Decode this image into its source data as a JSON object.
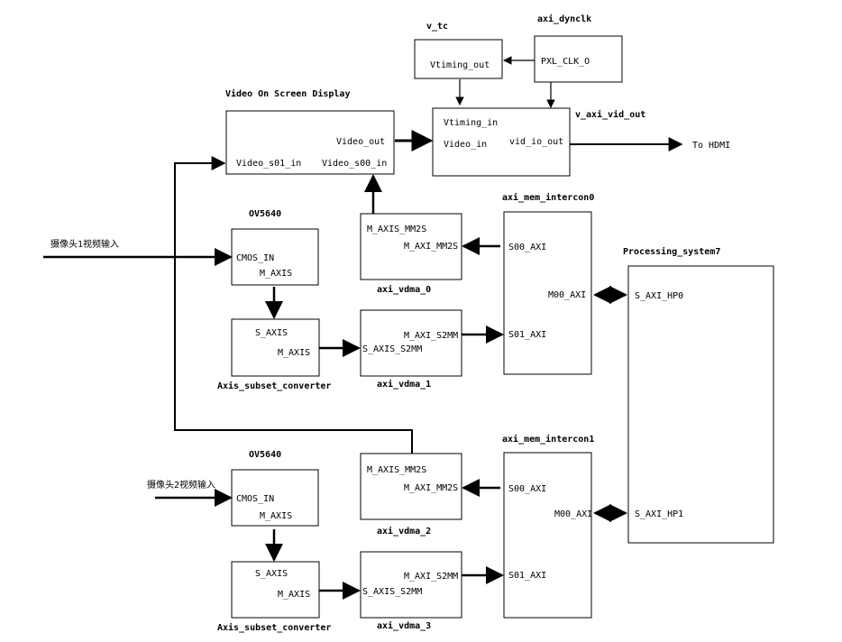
{
  "blocks": {
    "v_tc": {
      "title": "v_tc",
      "ports": {
        "vtiming_out": "Vtiming_out"
      }
    },
    "axi_dynclk": {
      "title": "axi_dynclk",
      "ports": {
        "pxl_clk": "PXL_CLK_O"
      }
    },
    "osd": {
      "title": "Video On Screen Display",
      "ports": {
        "video_out": "Video_out",
        "video_s01_in": "Video_s01_in",
        "video_s00_in": "Video_s00_in"
      }
    },
    "v_axi_vid_out": {
      "title": "v_axi_vid_out",
      "ports": {
        "vtiming_in": "Vtiming_in",
        "video_in": "Video_in",
        "vid_io_out": "vid_io_out"
      }
    },
    "ov5640_1": {
      "title": "OV5640",
      "ports": {
        "cmos_in": "CMOS_IN",
        "m_axis": "M_AXIS"
      }
    },
    "axi_vdma_0": {
      "title": "axi_vdma_0",
      "ports": {
        "m_axis_mm2s": "M_AXIS_MM2S",
        "m_axi_mm2s": "M_AXI_MM2S"
      }
    },
    "axi_mem_intercon0": {
      "title": "axi_mem_intercon0",
      "ports": {
        "s00_axi": "S00_AXI",
        "m00_axi": "M00_AXI",
        "s01_axi": "S01_AXI"
      }
    },
    "subset_1": {
      "title": "Axis_subset_converter",
      "ports": {
        "s_axis": "S_AXIS",
        "m_axis": "M_AXIS"
      }
    },
    "axi_vdma_1": {
      "title": "axi_vdma_1",
      "ports": {
        "m_axi_s2mm": "M_AXI_S2MM",
        "s_axis_s2mm": "S_AXIS_S2MM"
      }
    },
    "processing_system7": {
      "title": "Processing_system7",
      "ports": {
        "s_axi_hp0": "S_AXI_HP0",
        "s_axi_hp1": "S_AXI_HP1"
      }
    },
    "ov5640_2": {
      "title": "OV5640",
      "ports": {
        "cmos_in": "CMOS_IN",
        "m_axis": "M_AXIS"
      }
    },
    "axi_vdma_2": {
      "title": "axi_vdma_2",
      "ports": {
        "m_axis_mm2s": "M_AXIS_MM2S",
        "m_axi_mm2s": "M_AXI_MM2S"
      }
    },
    "axi_mem_intercon1": {
      "title": "axi_mem_intercon1",
      "ports": {
        "s00_axi": "S00_AXI",
        "m00_axi": "M00_AXI",
        "s01_axi": "S01_AXI"
      }
    },
    "subset_2": {
      "title": "Axis_subset_converter",
      "ports": {
        "s_axis": "S_AXIS",
        "m_axis": "M_AXIS"
      }
    },
    "axi_vdma_3": {
      "title": "axi_vdma_3",
      "ports": {
        "m_axi_s2mm": "M_AXI_S2MM",
        "s_axis_s2mm": "S_AXIS_S2MM"
      }
    }
  },
  "labels": {
    "to_hdmi": "To HDMI",
    "camera1_input": "摄像头1视频输入",
    "camera2_input": "摄像头2视频输入"
  }
}
